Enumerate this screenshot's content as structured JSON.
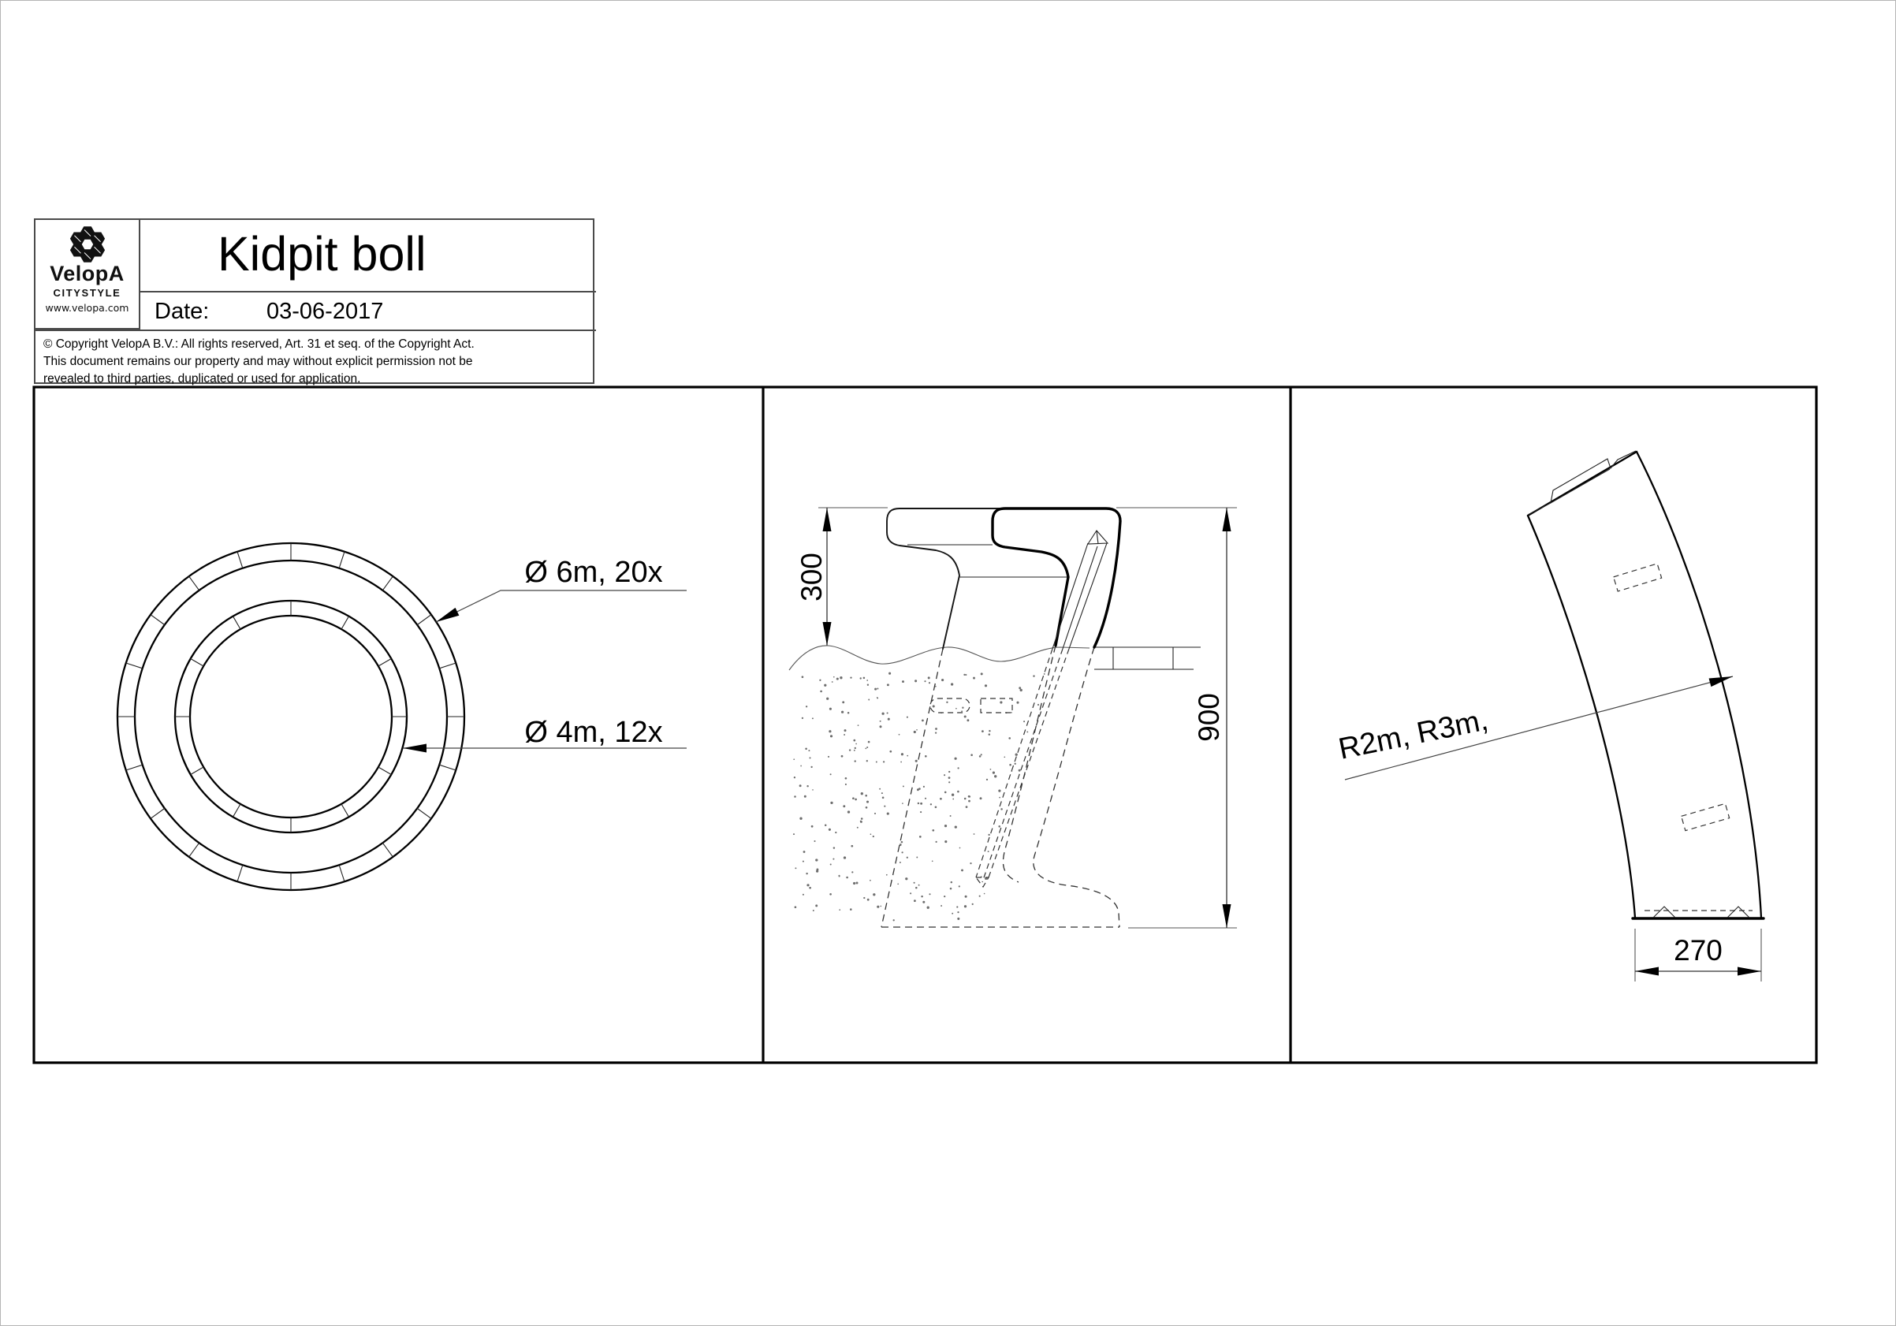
{
  "title_block": {
    "product_title": "Kidpit boll",
    "date_label": "Date:",
    "date_value": "03-06-2017",
    "copyright_lines": [
      "©  Copyright VelopA B.V.: All rights reserved, Art. 31 et seq. of the Copyright Act.",
      "This document remains our property and may without explicit permission not be",
      "revealed to third parties, duplicated or used for application."
    ],
    "logo": {
      "name": "VelopA",
      "subname": "CITYSTYLE",
      "url": "www.velopa.com"
    }
  },
  "panels": {
    "top_view": {
      "label_outer": "Ø 6m, 20x",
      "label_inner": "Ø 4m, 12x",
      "outer_segments": 20,
      "inner_segments": 12
    },
    "side_view": {
      "dim_height_top": "300",
      "dim_height_total": "900"
    },
    "segment_view": {
      "radius_label": "R2m, R3m,",
      "dim_width": "270"
    }
  },
  "colors": {
    "line": "#000000",
    "background": "#ffffff",
    "logo_ink": "#111111"
  }
}
